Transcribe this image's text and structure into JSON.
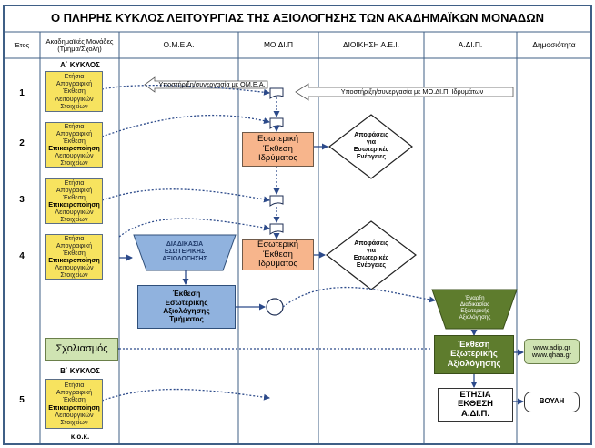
{
  "title": "Ο ΠΛΗΡΗΣ ΚΥΚΛΟΣ ΛΕΙΤΟΥΡΓΙΑΣ ΤΗΣ ΑΞΙΟΛΟΓΗΣΗΣ ΤΩΝ ΑΚΑΔΗΜΑΪΚΩΝ ΜΟΝΑΔΩΝ",
  "columns": {
    "year": "Έτος",
    "units": "Ακαδημαϊκές Μονάδες\n(Τμήμα/Σχολή)",
    "omea": "Ο.Μ.Ε.Α.",
    "modip": "ΜΟ.ΔΙ.Π",
    "admin": "ΔΙΟΙΚΗΣΗ Α.Ε.Ι.",
    "adip": "Α.ΔΙ.Π.",
    "public": "Δημοσιότητα"
  },
  "cycles": {
    "first": "Α΄ ΚΥΚΛΟΣ",
    "second": "Β΄ ΚΥΚΛΟΣ",
    "etc": "κ.ο.κ."
  },
  "years": [
    "1",
    "2",
    "3",
    "4",
    "5"
  ],
  "units_boxes": {
    "b1": {
      "pre": "Ετήσια Απογραφική\nΈκθεση",
      "bold": "",
      "post": "Λειτουργικών\nΣτοιχείων"
    },
    "b2": {
      "pre": "Ετήσια Απογραφική\nΈκθεση",
      "bold": "Επικαιροποίηση",
      "post": "Λειτουργικών\nΣτοιχείων"
    },
    "b3": {
      "pre": "Ετήσια Απογραφική\nΈκθεση",
      "bold": "Επικαιροποίηση",
      "post": "Λειτουργικών\nΣτοιχείων"
    },
    "b4": {
      "pre": "Ετήσια Απογραφική\nΈκθεση",
      "bold": "Επικαιροποίηση",
      "post": "Λειτουργικών\nΣτοιχείων"
    },
    "b5": {
      "pre": "Ετήσια Απογραφική\nΈκθεση",
      "bold": "Επικαιροποίηση",
      "post": "Λειτουργικών\nΣτοιχείων"
    }
  },
  "comments": "Σχολιασμός",
  "support_omea": "Υποστήριξη/συνεργασία με ΟΜ.Ε.Α.",
  "support_modip": "Υποστήριξη/συνεργασία με ΜΟ.ΔΙ.Π. Ιδρυμάτων",
  "internal_report_1": "Εσωτερική\nΈκθεση\nΙδρύματος",
  "internal_report_2": "Εσωτερική\nΈκθεση\nΙδρύματος",
  "decisions_1": "Αποφάσεις\nγια\nΕσωτερικές\nΕνέργειες",
  "decisions_2": "Αποφάσεις\nγια\nΕσωτερικές\nΕνέργειες",
  "internal_process": "ΔΙΑΔΙΚΑΣΙΑ\nΕΣΩΤΕΡΙΚΗΣ\nΑΞΙΟΛΟΓΗΣΗΣ",
  "dept_report": "Έκθεση\nΕσωτερικής\nΑξιολόγησης\nΤμήματος",
  "external_start": "Έναρξη\nΔιαδικασίας\nΕξωτερικής\nΑξιολόγησης",
  "external_report": "Έκθεση\nΕξωτερικής\nΑξιολόγησης",
  "annual_report": "ΕΤΗΣΙΑ\nΕΚΘΕΣΗ\nΑ.ΔΙ.Π.",
  "websites": "www.adip.gr\nwww.qhaa.gr",
  "parliament": "ΒΟΥΛΗ",
  "colors": {
    "frame": "#3f5f86",
    "yellow": "#f7e35f",
    "orange": "#f7b58c",
    "blue": "#90b2de",
    "light_green": "#cfe3b2",
    "dark_green": "#5e7c2d",
    "arrow_blue": "#2c4a8a"
  }
}
